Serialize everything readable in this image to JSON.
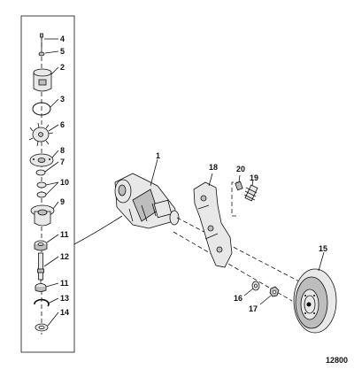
{
  "figure_number": "12800",
  "callouts": {
    "c1": "1",
    "c2": "2",
    "c3": "3",
    "c4": "4",
    "c5": "5",
    "c6": "6",
    "c7": "7",
    "c8": "8",
    "c9": "9",
    "c10": "10",
    "c11a": "11",
    "c11b": "11",
    "c12": "12",
    "c13": "13",
    "c14": "14",
    "c15": "15",
    "c16": "16",
    "c17": "17",
    "c18": "18",
    "c19": "19",
    "c20": "20"
  }
}
